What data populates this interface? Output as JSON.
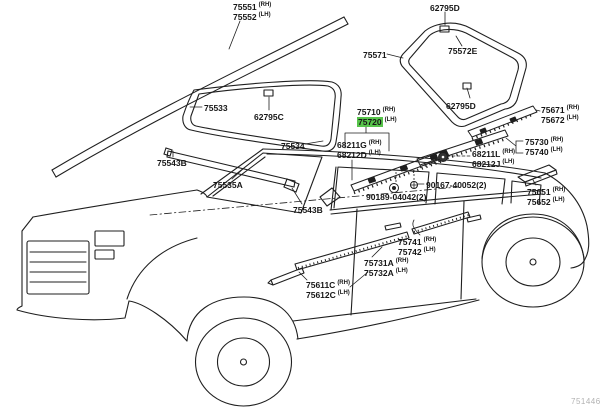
{
  "page": {
    "background_color": "#ffffff",
    "line_color": "#1f1f1f",
    "highlight_color": "#57c44b",
    "footer_code": "751446"
  },
  "labels": {
    "roof_drip": {
      "n1": "75551",
      "s1": "(RH)",
      "n2": "75552",
      "s2": "(LH)"
    },
    "roof_clip": {
      "n1": "62795D"
    },
    "quarter_window_seal": {
      "n1": "75571"
    },
    "quarter_window_moulding": {
      "n1": "75572E"
    },
    "windshield_left": {
      "n1": "75533"
    },
    "windshield_clip": {
      "n1": "62795C"
    },
    "windshield_right": {
      "n1": "75534"
    },
    "cowl_cap_left": {
      "n1": "75543B"
    },
    "cowl_moulding": {
      "n1": "75535A"
    },
    "cowl_cap_right": {
      "n1": "75543B"
    },
    "belt_front_door": {
      "n1": "75710",
      "s1": "(RH)",
      "n2": "75720",
      "s2": "(LH)"
    },
    "weatherstrip_front_door": {
      "n1": "68211G",
      "s1": "(RH)",
      "n2": "68212D",
      "s2": "(LH)"
    },
    "quarter_clip": {
      "n1": "62795D"
    },
    "belt_quarter": {
      "n1": "75671",
      "s1": "(RH)",
      "n2": "75672",
      "s2": "(LH)"
    },
    "belt_rear_door": {
      "n1": "75730",
      "s1": "(RH)",
      "n2": "75740",
      "s2": "(LH)"
    },
    "weatherstrip_rear_door": {
      "n1": "68211L",
      "s1": "(RH)",
      "n2": "68212J",
      "s2": "(LH)"
    },
    "screw": {
      "n1": "90167-40052(2)"
    },
    "retainer": {
      "n1": "90189-04042(2)"
    },
    "quarter_outside": {
      "n1": "75651",
      "s1": "(RH)",
      "n2": "75652",
      "s2": "(LH)"
    },
    "rear_door_outside": {
      "n1": "75741",
      "s1": "(RH)",
      "n2": "75742",
      "s2": "(LH)"
    },
    "front_door_outside": {
      "n1": "75731A",
      "s1": "(RH)",
      "n2": "75732A",
      "s2": "(LH)"
    },
    "front_fender_outside": {
      "n1": "75611C",
      "s1": "(RH)",
      "n2": "75612C",
      "s2": "(LH)"
    }
  }
}
